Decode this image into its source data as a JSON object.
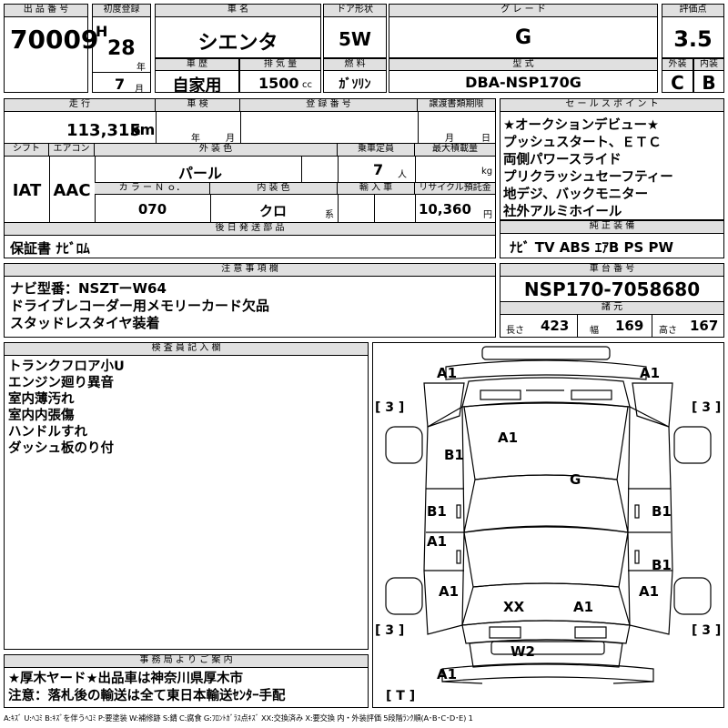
{
  "headers": {
    "lot_no": "出 品 番 号",
    "first_reg": "初度登録",
    "car_name": "車 名",
    "door": "ドア形状",
    "grade": "グ レ ー ド",
    "score": "評価点",
    "history": "車 歴",
    "displacement": "排 気 量",
    "fuel": "燃 料",
    "model": "型 式",
    "ext": "外装",
    "int": "内装",
    "mileage": "走 行",
    "inspection": "車 検",
    "reg_no": "登 録 番 号",
    "transfer": "譲渡書類期限",
    "sales_point": "セ ー ル ス ポ イ ン ト",
    "shift": "シフト",
    "aircon": "エアコン",
    "ext_color": "外 装 色",
    "capacity": "乗車定員",
    "max_load": "最大積載量",
    "color_no": "カ ラ ー Ｎ ｏ．",
    "int_color": "内 装 色",
    "import": "輸 入 車",
    "recycle": "リサイクル預託金",
    "later_items": "後 日 発 送 部 品",
    "genuine": "純 正 装 備",
    "notes": "注 意 事 項 欄",
    "chassis": "車 台 番 号",
    "dims": "諸 元",
    "inspector": "検 査 員 記 入 欄",
    "office": "事 務 局 よ り ご 案 内"
  },
  "lot_no": "70009",
  "era": "H",
  "year": "28",
  "year_unit": "年",
  "month": "7",
  "month_unit": "月",
  "car_name": "シエンタ",
  "door": "5W",
  "grade": "G",
  "score": "3.5",
  "history": "自家用",
  "displacement": "1500",
  "displacement_unit": "cc",
  "fuel": "ｶﾞｿﾘﾝ",
  "model": "DBA-NSP170G",
  "ext_score": "C",
  "int_score": "B",
  "mileage": "113,315",
  "mileage_unit": "km",
  "insp_year_unit": "年",
  "insp_month_unit": "月",
  "transfer_month_unit": "月",
  "transfer_day_unit": "日",
  "sales_points": [
    "★オークションデビュー★",
    "プッシュスタート、ＥＴＣ",
    "両側パワースライド",
    "プリクラッシュセーフティー",
    "地デジ、バックモニター",
    "社外アルミホイール"
  ],
  "shift": "IAT",
  "aircon": "AAC",
  "ext_color": "パール",
  "capacity": "7",
  "capacity_unit": "人",
  "max_load_unit": "kg",
  "color_no": "070",
  "int_color": "クロ",
  "int_color_unit": "系",
  "recycle": "10,360",
  "recycle_unit": "円",
  "later_items": "保証書 ﾅﾋﾞﾛﾑ",
  "genuine": "ﾅﾋﾞ TV ABS ｴｱB PS PW",
  "notes": [
    "ナビ型番：NSZTーW64",
    "ドライブレコーダー用メモリーカード欠品",
    "スタッドレスタイヤ装着"
  ],
  "chassis_no": "NSP170-7058680",
  "dims": {
    "length_label": "長さ",
    "length": "423",
    "width_label": "幅",
    "width": "169",
    "height_label": "高さ",
    "height": "167"
  },
  "inspector_notes": [
    "トランクフロア小U",
    "エンジン廻り異音",
    "室内薄汚れ",
    "室内内張傷",
    "ハンドルすれ",
    "ダッシュ板のり付"
  ],
  "office": [
    "★厚木ヤード★出品車は神奈川県厚木市",
    "注意：落札後の輸送は全て東日本輸送ｾﾝﾀｰ手配"
  ],
  "legend": "A:ｷｽﾞ U:ﾍｺﾐ B:ｷｽﾞを伴うﾍｺﾐ P:要塗装 W:補修跡 S:錆 C:腐食 G:ﾌﾛﾝﾄｶﾞﾗｽ点ｷｽﾞ XX:交換済み X:要交換 内・外装評価 5段階ﾗﾝｸ順(A･B･C･D･E) 1",
  "diagram": {
    "tl": "A1",
    "tr": "A1",
    "l3": "[ 3 ]",
    "r3": "[ 3 ]",
    "hood": "A1",
    "fl_fender": "B1",
    "windshield": "G",
    "l_door1": "B1",
    "r_door1": "B1",
    "l_door2": "A1",
    "r_door2": "B1",
    "l_rear": "A1",
    "r_rear": "A1",
    "rear_xx": "XX",
    "rear_a1": "A1",
    "bl3": "[ 3 ]",
    "br3": "[ 3 ]",
    "rear_w2": "W2",
    "bottom_a1": "A1",
    "trunk": "[ T ]"
  }
}
